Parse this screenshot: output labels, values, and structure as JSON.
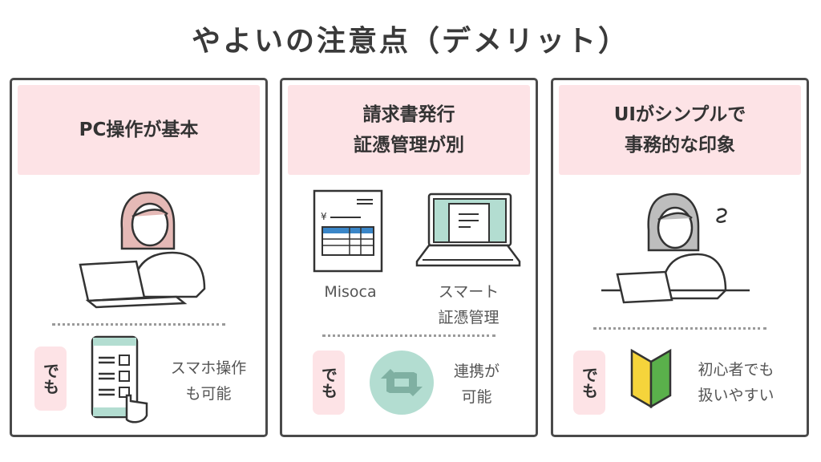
{
  "title": "やよいの注意点（デメリット）",
  "panels": [
    {
      "heading": [
        "PC操作が基本"
      ],
      "badge": "でも",
      "note": [
        "スマホ操作",
        "も可能"
      ]
    },
    {
      "heading": [
        "請求書発行",
        "証憑管理が別"
      ],
      "labels": {
        "left": "Misoca",
        "right": [
          "スマート",
          "証憑管理"
        ]
      },
      "badge": "でも",
      "note": [
        "連携が",
        "可能"
      ]
    },
    {
      "heading": [
        "UIがシンプルで",
        "事務的な印象"
      ],
      "badge": "でも",
      "note": [
        "初心者でも",
        "扱いやすい"
      ]
    }
  ],
  "colors": {
    "pink": "#fde3e6",
    "mint": "#b3ddd1",
    "blue": "#3a86c8",
    "border": "#4a4a4a"
  }
}
